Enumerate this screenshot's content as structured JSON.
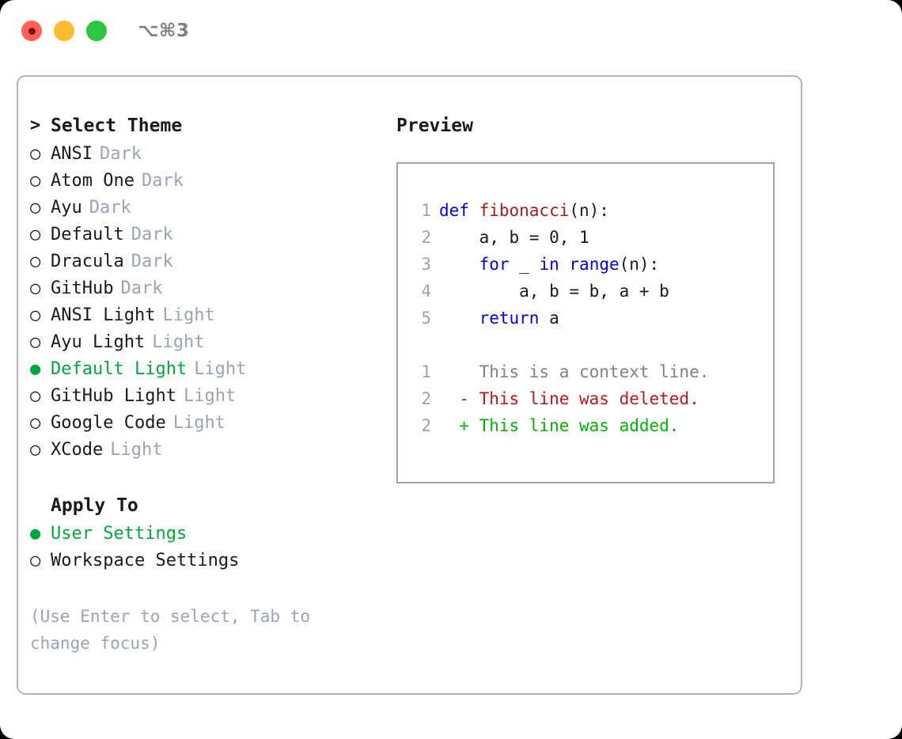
{
  "window": {
    "title": "⌥⌘3",
    "traffic_lights": [
      {
        "name": "close",
        "color": "#ff5f57"
      },
      {
        "name": "minimize",
        "color": "#febc2e"
      },
      {
        "name": "maximize",
        "color": "#28c840"
      }
    ]
  },
  "theme_list": {
    "header_prefix": ">",
    "header": "Select Theme",
    "bullet_empty": "○",
    "bullet_filled": "●",
    "items": [
      {
        "label": "ANSI",
        "suffix": "Dark",
        "selected": false
      },
      {
        "label": "Atom One",
        "suffix": "Dark",
        "selected": false
      },
      {
        "label": "Ayu",
        "suffix": "Dark",
        "selected": false
      },
      {
        "label": "Default",
        "suffix": "Dark",
        "selected": false
      },
      {
        "label": "Dracula",
        "suffix": "Dark",
        "selected": false
      },
      {
        "label": "GitHub",
        "suffix": "Dark",
        "selected": false
      },
      {
        "label": "ANSI Light",
        "suffix": "Light",
        "selected": false
      },
      {
        "label": "Ayu Light",
        "suffix": "Light",
        "selected": false
      },
      {
        "label": "Default Light",
        "suffix": "Light",
        "selected": true
      },
      {
        "label": "GitHub Light",
        "suffix": "Light",
        "selected": false
      },
      {
        "label": "Google Code",
        "suffix": "Light",
        "selected": false
      },
      {
        "label": "XCode",
        "suffix": "Light",
        "selected": false
      }
    ]
  },
  "apply_to": {
    "header": "Apply To",
    "items": [
      {
        "label": "User Settings",
        "selected": true
      },
      {
        "label": "Workspace Settings",
        "selected": false
      }
    ]
  },
  "hint": "(Use Enter to select, Tab to change focus)",
  "preview": {
    "title": "Preview",
    "code": [
      {
        "lineno": "1",
        "tokens": [
          {
            "t": "def ",
            "c": "kw"
          },
          {
            "t": "fibonacci",
            "c": "fn"
          },
          {
            "t": "(n):",
            "c": "txt"
          }
        ]
      },
      {
        "lineno": "2",
        "tokens": [
          {
            "t": "    a, b = 0, 1",
            "c": "txt"
          }
        ]
      },
      {
        "lineno": "3",
        "tokens": [
          {
            "t": "    ",
            "c": "txt"
          },
          {
            "t": "for",
            "c": "kw"
          },
          {
            "t": " _ ",
            "c": "txt"
          },
          {
            "t": "in",
            "c": "kw"
          },
          {
            "t": " ",
            "c": "txt"
          },
          {
            "t": "range",
            "c": "kw"
          },
          {
            "t": "(n):",
            "c": "txt"
          }
        ]
      },
      {
        "lineno": "4",
        "tokens": [
          {
            "t": "        a, b = b, a + b",
            "c": "txt"
          }
        ]
      },
      {
        "lineno": "5",
        "tokens": [
          {
            "t": "    ",
            "c": "txt"
          },
          {
            "t": "return",
            "c": "kw"
          },
          {
            "t": " a",
            "c": "txt"
          }
        ]
      }
    ],
    "diff": [
      {
        "lineno": "1",
        "marker": " ",
        "text": "This is a context line.",
        "kind": "ctx"
      },
      {
        "lineno": "2",
        "marker": "-",
        "text": "This line was deleted.",
        "kind": "del"
      },
      {
        "lineno": "2",
        "marker": "+",
        "text": "This line was added.",
        "kind": "add"
      }
    ]
  },
  "colors": {
    "accent_green": "#00a83a",
    "dim_gray": "#9aa4b5",
    "keyword_blue": "#0000ee",
    "function_red": "#a61b1b",
    "diff_delete": "#c01818",
    "diff_add": "#00b300",
    "border": "#adb5c4"
  }
}
